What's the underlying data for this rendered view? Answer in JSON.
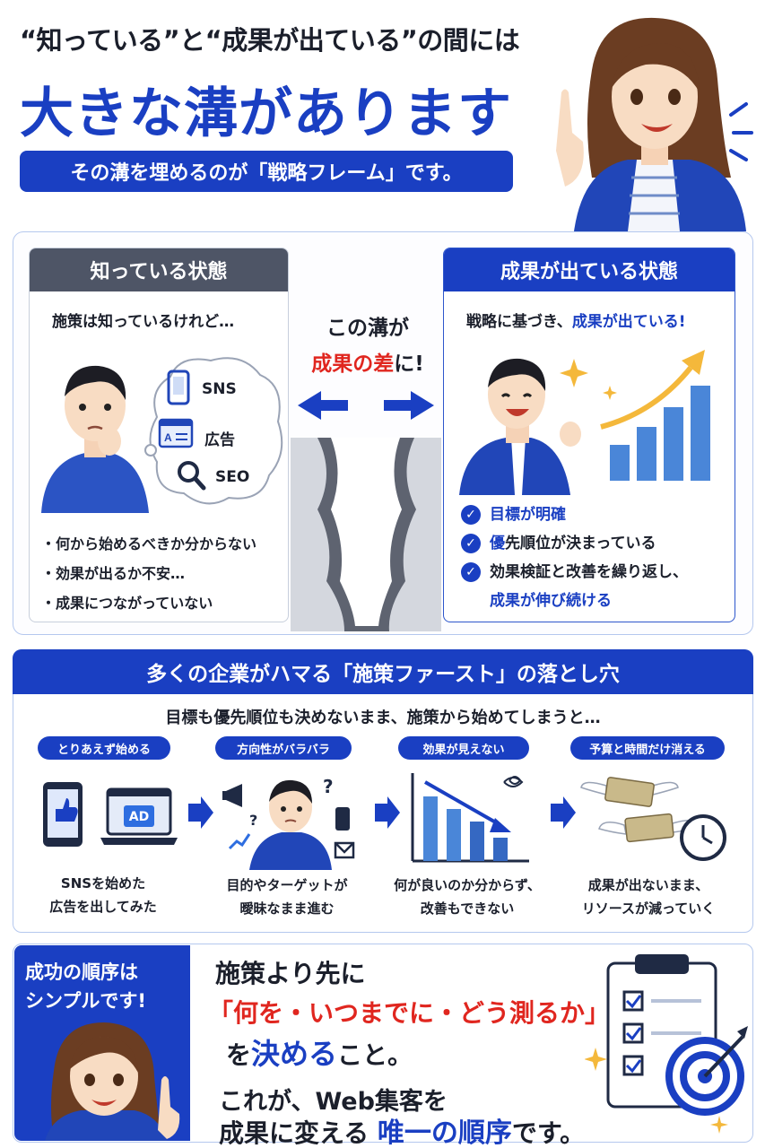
{
  "header": {
    "line1": "“知っている”と“成果が出ている”の間には",
    "line2": "大きな溝があります",
    "pill": "その溝を埋めるのが「戦略フレーム」です。"
  },
  "compare": {
    "left": {
      "title": "知っている状態",
      "lead": "施策は知っているけれど…",
      "bubble_items": [
        "SNS",
        "広告",
        "SEO"
      ],
      "bullets": [
        "・何から始めるべきか分からない",
        "・効果が出るか不安…",
        "・成果につながっていない"
      ]
    },
    "gap": {
      "line1": "この溝が",
      "line2_a": "成果の差",
      "line2_b": "に!"
    },
    "right": {
      "title": "成果が出ている状態",
      "lead_a": "戦略に基づき、",
      "lead_b": "成果が出ている!",
      "checks": [
        {
          "a": "",
          "b": "目標が明確",
          "c": ""
        },
        {
          "a": "",
          "b": "優",
          "c": "先順位が決まっている"
        },
        {
          "a": "効果検証と改善を繰り返し、",
          "b": "成果が伸び続ける",
          "c": ""
        }
      ]
    }
  },
  "pitfall": {
    "title": "多くの企業がハマる「施策ファースト」の落とし穴",
    "subtitle": "目標も優先順位も決めないまま、施策から始めてしまうと…",
    "steps": [
      {
        "label": "とりあえず始める",
        "line1": "SNSを始めた",
        "line2": "広告を出してみた"
      },
      {
        "label": "方向性がバラバラ",
        "line1": "目的やターゲットが",
        "line2": "曖昧なまま進む"
      },
      {
        "label": "効果が見えない",
        "line1": "何が良いのか分からず、",
        "line2": "改善もできない"
      },
      {
        "label": "予算と時間だけ消える",
        "line1": "成果が出ないまま、",
        "line2": "リソースが減っていく"
      }
    ],
    "ad_badge": "AD"
  },
  "final": {
    "side_line1": "成功の順序は",
    "side_line2": "シンプルです!",
    "line1": "施策より先に",
    "line2": "「何を・いつまでに・どう測るか」",
    "line3_a": "を",
    "line3_b": "決める",
    "line3_c": "こと。",
    "line4": "これが、Web集客を",
    "line5_a": "成果に変える",
    "line5_b": "唯一の順序",
    "line5_c": "です。"
  },
  "colors": {
    "brand": "#1a3fc2",
    "accent_red": "#e0261f",
    "gray_header": "#4e5566",
    "chart_blue": "#4a86d8",
    "gold": "#f4b83b"
  },
  "icons": [
    "woman-pointing-illustration",
    "phone-icon",
    "ad-window-icon",
    "magnifier-icon",
    "thinking-man-illustration",
    "happy-man-illustration",
    "growth-chart-icon",
    "check-icon",
    "thumbs-up-phone-icon",
    "laptop-ad-icon",
    "arrow-right-icon",
    "megaphone-icon",
    "confused-man-illustration",
    "declining-chart-icon",
    "flying-money-icon",
    "clock-icon",
    "clipboard-icon",
    "target-icon",
    "sparkle-icon"
  ]
}
